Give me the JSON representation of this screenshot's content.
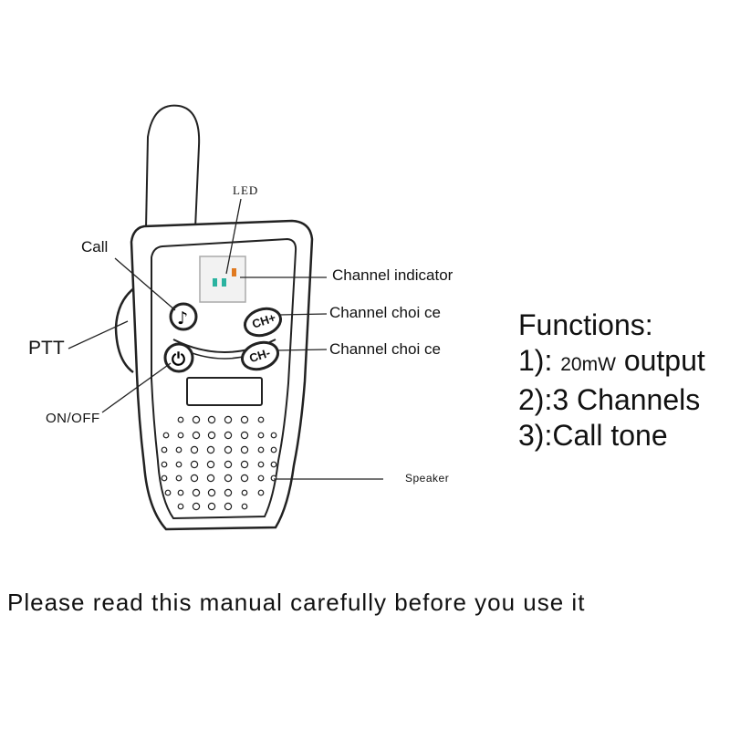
{
  "labels": {
    "led": "LED",
    "call": "Call",
    "ptt": "PTT",
    "on_off": "ON/OFF",
    "channel_indicator": "Channel indicator",
    "channel_choice_up": "Channel choi ce",
    "channel_choice_down": "Channel choi ce",
    "speaker": "Speaker"
  },
  "buttons": {
    "ch_plus": "CH+",
    "ch_minus": "CH-"
  },
  "functions": {
    "title": "Functions:",
    "item1_prefix": "1): ",
    "item1_power": "20mW",
    "item1_rest": " output",
    "item2": "2):3 Channels",
    "item3": "3):Call tone"
  },
  "footer": "Please read this manual carefully before you use  it",
  "colors": {
    "outline": "#222222",
    "led_green": "#2bb3a0",
    "led_orange": "#e07a20",
    "screen_bg": "#f2f2f2"
  }
}
